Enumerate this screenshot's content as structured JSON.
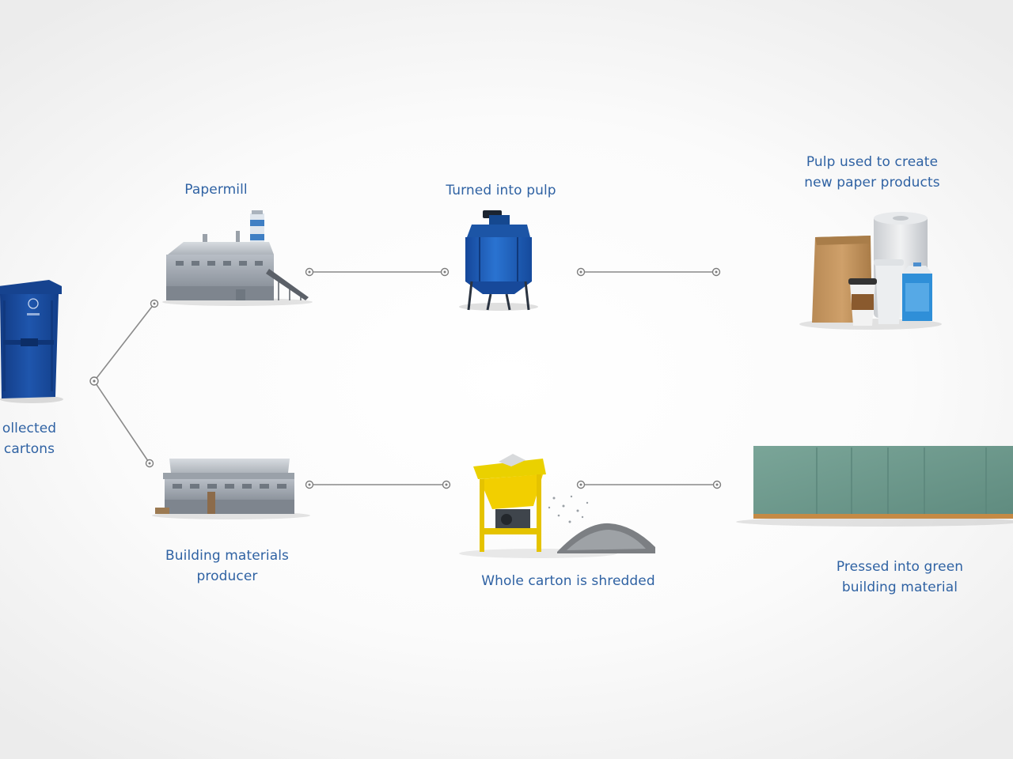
{
  "labels": {
    "collected": [
      "ollected",
      "cartons"
    ],
    "papermill": [
      "Papermill"
    ],
    "pulp": [
      "Turned into pulp"
    ],
    "paper_products": [
      "Pulp used to create",
      "new paper products"
    ],
    "building_producer": [
      "Building materials",
      "producer"
    ],
    "shredded": [
      "Whole carton is shredded"
    ],
    "green_material": [
      "Pressed into green",
      "building material"
    ]
  },
  "icons": {
    "bin": "recycling-bin-icon",
    "papermill": "papermill-factory-icon",
    "pulper": "pulper-tank-icon",
    "products": "paper-products-icon",
    "building_factory": "building-materials-factory-icon",
    "shredder": "shredder-machine-icon",
    "boards": "green-building-boards-icon"
  },
  "colors": {
    "label": "#2f62a3",
    "connector": "#8a8a8a",
    "bin": "#1d4fa3",
    "pulper": "#1e5fb8",
    "shredder": "#f2cf00",
    "board": "#6f9a8e"
  }
}
